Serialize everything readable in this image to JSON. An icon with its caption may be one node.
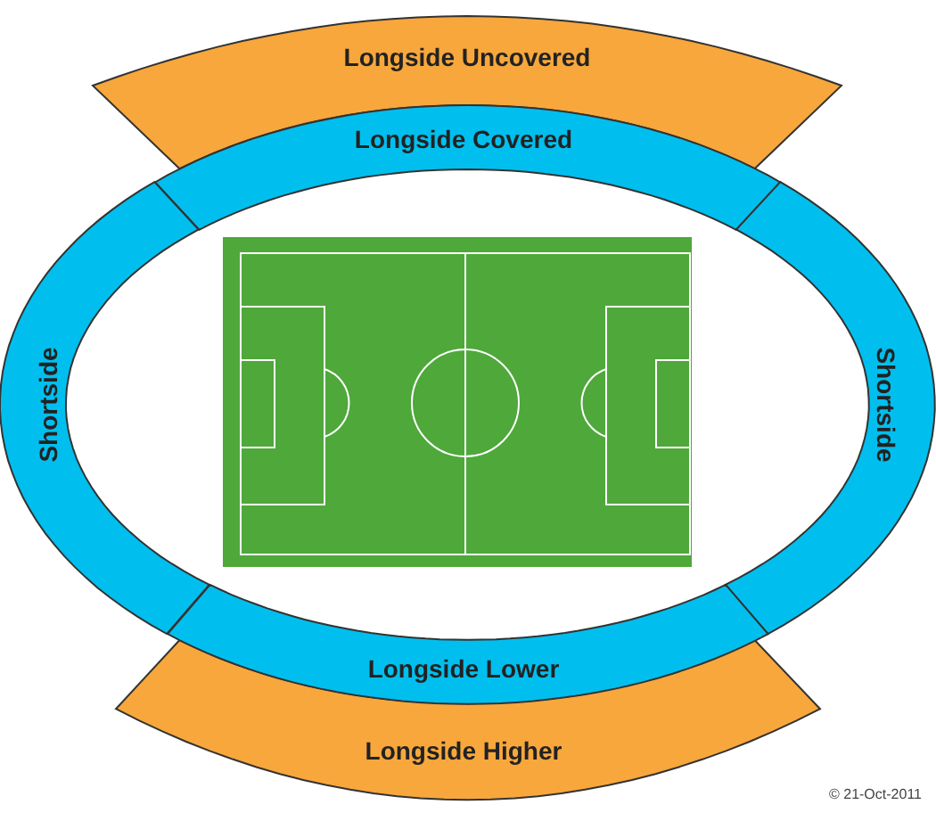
{
  "diagram": {
    "nodes": [
      {
        "text": [
          "Longside Uncovered"
        ]
      },
      {
        "text": [
          "Longside Covered"
        ]
      },
      {
        "text": [
          "Shortside"
        ]
      },
      {
        "text": [
          "Shortside"
        ]
      },
      {
        "text": [
          "Longside Lower"
        ]
      },
      {
        "text": [
          "Longside Higher"
        ]
      }
    ],
    "labels": [
      "© 21-Oct-2011"
    ]
  }
}
